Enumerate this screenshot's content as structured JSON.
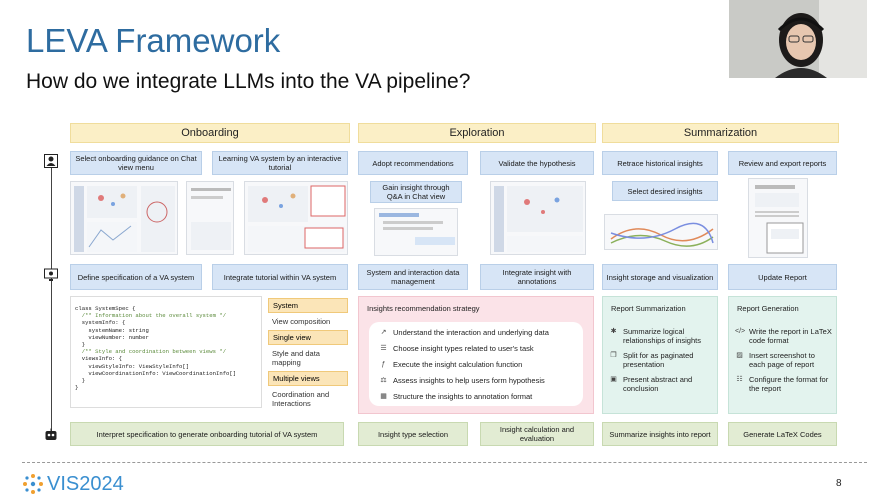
{
  "slide": {
    "title": "LEVA Framework",
    "subtitle": "How do we integrate LLMs into the VA pipeline?",
    "page_number": "8",
    "logo_text": "VIS2024"
  },
  "phases": {
    "onboarding": "Onboarding",
    "exploration": "Exploration",
    "summarization": "Summarization"
  },
  "user_row": {
    "select_guidance": "Select onboarding guidance on Chat view menu",
    "learning_system": "Learning VA system by an interactive tutorial",
    "adopt_recommendations": "Adopt recommendations",
    "validate_hypothesis": "Validate the hypothesis",
    "retrace_insights": "Retrace historical insights",
    "review_export": "Review and export reports",
    "gain_insight": "Gain insight through Q&A in Chat view",
    "select_desired": "Select desired insights"
  },
  "system_row": {
    "define_spec": "Define specification of a VA system",
    "integrate_tutorial": "Integrate tutorial within VA system",
    "interaction_data": "System and interaction data management",
    "integrate_insight": "Integrate insight with annotations",
    "insight_storage": "Insight storage and visualization",
    "update_report": "Update Report"
  },
  "code": {
    "lines": [
      "class SystemSpec {",
      "  /** Information about the overall system */",
      "  systemInfo: {",
      "    systemName: string",
      "    viewNumber: number",
      "  }",
      "  /** Style and coordination between views */",
      "  viewsInfo: {",
      "    viewStyleInfo: ViewStyleInfo[]",
      "    viewCoordinationInfo: ViewCoordinationInfo[]",
      "  }",
      "}"
    ]
  },
  "spec_tags": [
    {
      "tag": "System",
      "desc": "View composition"
    },
    {
      "tag": "Single view",
      "desc": "Style and data mapping"
    },
    {
      "tag": "Multiple views",
      "desc": "Coordination and Interactions"
    }
  ],
  "strategy": {
    "title": "Insights recommendation strategy",
    "items": [
      "Understand the interaction and underlying data",
      "Choose insight types related to user's task",
      "Execute the insight calculation function",
      "Assess insights to help users form hypothesis",
      "Structure the insights to annotation format"
    ]
  },
  "report_summarization": {
    "title": "Report Summarization",
    "items": [
      "Summarize logical relationships of insights",
      "Split for as paginated presentation",
      "Present abstract and conclusion"
    ]
  },
  "report_generation": {
    "title": "Report Generation",
    "items": [
      "Write the report in LaTeX code format",
      "Insert screenshot to each page of report",
      "Configure the format for the report"
    ]
  },
  "llm_row": {
    "interpret_spec": "Interpret specification to generate onboarding tutorial of VA system",
    "insight_type": "Insight type selection",
    "insight_calc": "Insight calculation and evaluation",
    "summarize_insights": "Summarize insights into report",
    "generate_latex": "Generate LaTeX Codes"
  },
  "colors": {
    "title": "#2e6ca0",
    "phase": "#fbefc6",
    "blue_box": "#d7e5f6",
    "green_box": "#e2ecd3",
    "strategy_bg": "#fbe3e8",
    "summ_bg": "#e3f3ee"
  },
  "icons": [
    "user-icon",
    "monitor-icon",
    "robot-icon"
  ]
}
